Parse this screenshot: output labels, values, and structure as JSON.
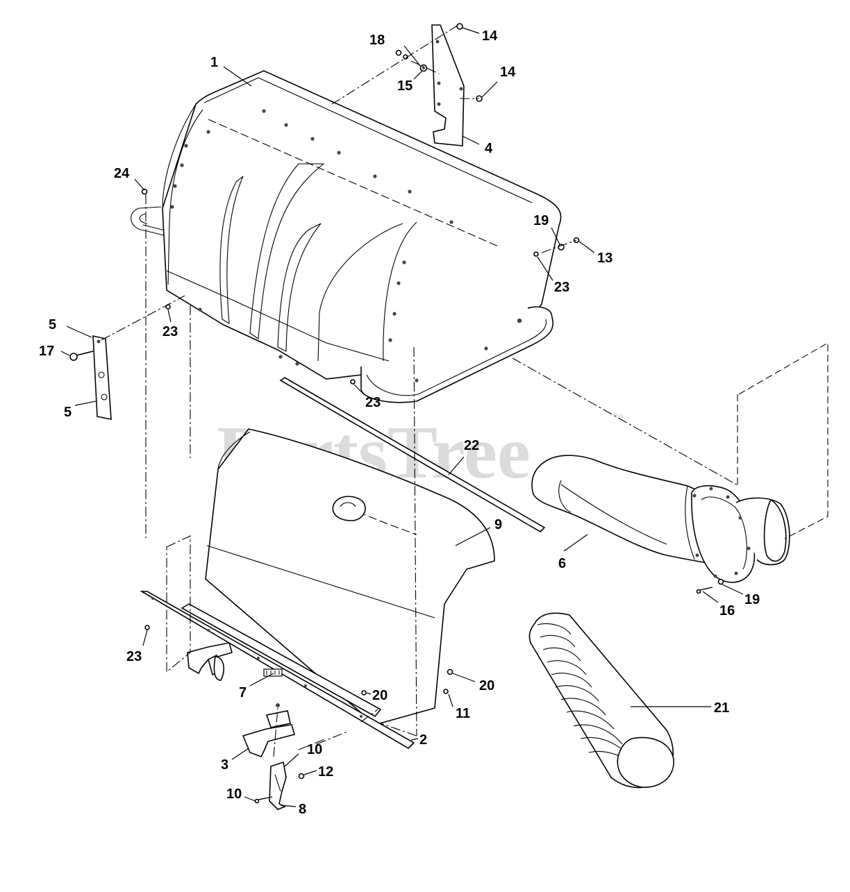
{
  "watermark": {
    "text": "PartsTree",
    "trademark": "™"
  },
  "callouts": [
    {
      "id": "1",
      "label": "1"
    },
    {
      "id": "2",
      "label": "2"
    },
    {
      "id": "3",
      "label": "3"
    },
    {
      "id": "4",
      "label": "4"
    },
    {
      "id": "5a",
      "label": "5"
    },
    {
      "id": "5b",
      "label": "5"
    },
    {
      "id": "6",
      "label": "6"
    },
    {
      "id": "7",
      "label": "7"
    },
    {
      "id": "8",
      "label": "8"
    },
    {
      "id": "9",
      "label": "9"
    },
    {
      "id": "10a",
      "label": "10"
    },
    {
      "id": "10b",
      "label": "10"
    },
    {
      "id": "11",
      "label": "11"
    },
    {
      "id": "12",
      "label": "12"
    },
    {
      "id": "13",
      "label": "13"
    },
    {
      "id": "14a",
      "label": "14"
    },
    {
      "id": "14b",
      "label": "14"
    },
    {
      "id": "15",
      "label": "15"
    },
    {
      "id": "16",
      "label": "16"
    },
    {
      "id": "17",
      "label": "17"
    },
    {
      "id": "18",
      "label": "18"
    },
    {
      "id": "19a",
      "label": "19"
    },
    {
      "id": "19b",
      "label": "19"
    },
    {
      "id": "20a",
      "label": "20"
    },
    {
      "id": "20b",
      "label": "20"
    },
    {
      "id": "21",
      "label": "21"
    },
    {
      "id": "22",
      "label": "22"
    },
    {
      "id": "23a",
      "label": "23"
    },
    {
      "id": "23b",
      "label": "23"
    },
    {
      "id": "23c",
      "label": "23"
    },
    {
      "id": "23d",
      "label": "23"
    },
    {
      "id": "24",
      "label": "24"
    }
  ]
}
